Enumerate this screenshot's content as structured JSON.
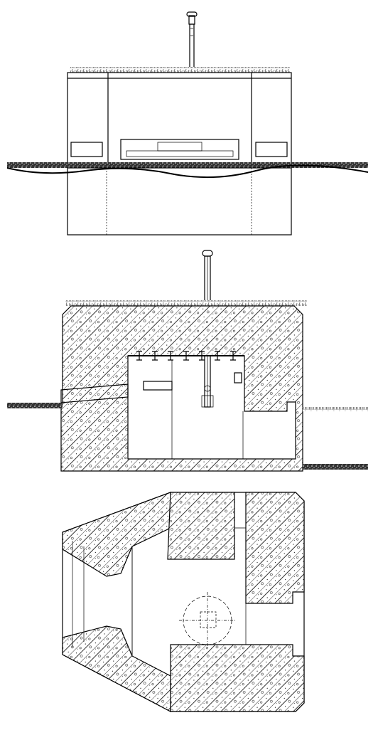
{
  "drawing": {
    "views": [
      "elevation",
      "section",
      "plan"
    ],
    "colors": {
      "line": "#000000",
      "paper": "#ffffff"
    }
  }
}
